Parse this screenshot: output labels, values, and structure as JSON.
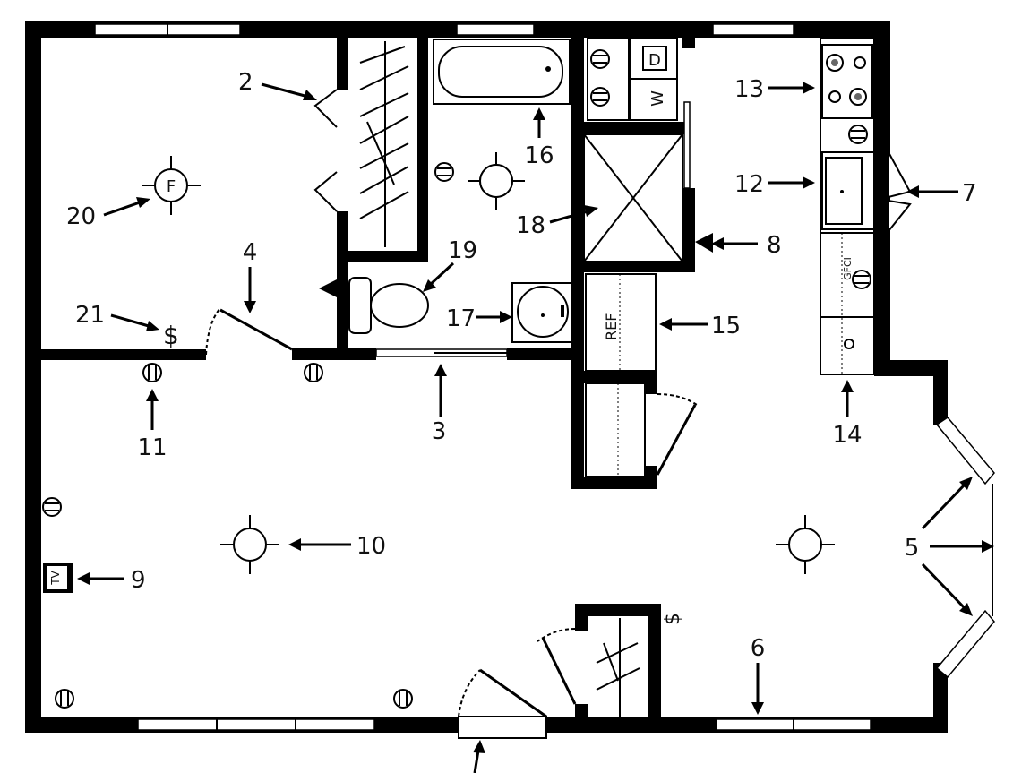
{
  "callouts": [
    {
      "id": "2",
      "text": "2"
    },
    {
      "id": "3",
      "text": "3"
    },
    {
      "id": "4",
      "text": "4"
    },
    {
      "id": "5",
      "text": "5"
    },
    {
      "id": "6",
      "text": "6"
    },
    {
      "id": "7",
      "text": "7"
    },
    {
      "id": "8",
      "text": "8"
    },
    {
      "id": "9",
      "text": "9"
    },
    {
      "id": "10",
      "text": "10"
    },
    {
      "id": "11",
      "text": "11"
    },
    {
      "id": "12",
      "text": "12"
    },
    {
      "id": "13",
      "text": "13"
    },
    {
      "id": "14",
      "text": "14"
    },
    {
      "id": "15",
      "text": "15"
    },
    {
      "id": "16",
      "text": "16"
    },
    {
      "id": "17",
      "text": "17"
    },
    {
      "id": "18",
      "text": "18"
    },
    {
      "id": "19",
      "text": "19"
    },
    {
      "id": "20",
      "text": "20"
    },
    {
      "id": "21",
      "text": "21"
    }
  ],
  "labels": {
    "dryer": "D",
    "washer": "W",
    "fan": "F",
    "tv": "TV",
    "ref": "REF",
    "gfci": "GFCI",
    "switch": "$"
  }
}
